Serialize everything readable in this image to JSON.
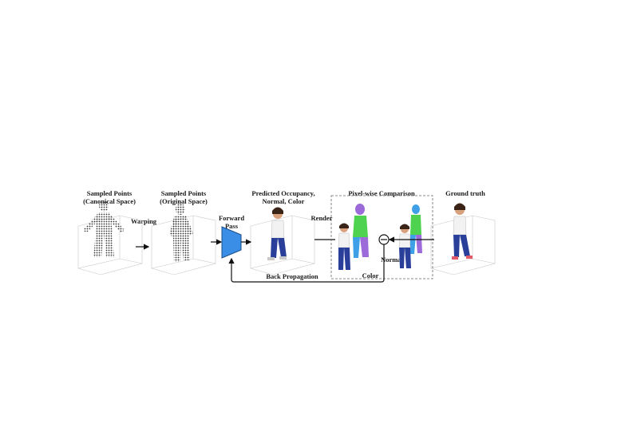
{
  "stages": {
    "canonical": {
      "line1": "Sampled Points",
      "line2": "(Canonical Space)"
    },
    "original": {
      "line1": "Sampled Points",
      "line2": "(Original Space)"
    },
    "predicted": {
      "line1": "Predicted Occupancy,",
      "line2": "Normal, Color"
    },
    "comparison": {
      "title": "Pixel-wise Comparison"
    },
    "ground_truth": {
      "title": "Ground truth"
    }
  },
  "edges": {
    "warping": "Warping",
    "forward_line1": "Forward",
    "forward_line2": "Pass",
    "render": "Render",
    "back_propagation": "Back Propagation",
    "normal": "Normal",
    "color": "Color"
  },
  "colors": {
    "network": "#3a8ee6",
    "jeans": "#2a3f9a",
    "shirt": "#f2f2f2",
    "skin": "#d9a07c",
    "hair": "#3a2418",
    "normal_green": "#4fd24f",
    "normal_blue": "#3fa0e8",
    "normal_purple": "#9c6ad9",
    "points": "#202020"
  }
}
